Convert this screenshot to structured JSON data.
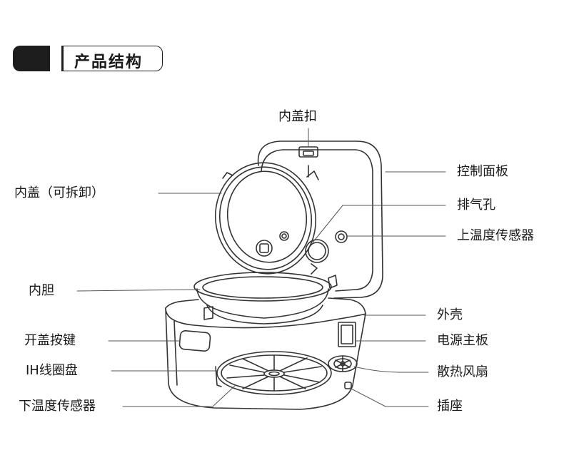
{
  "header": {
    "title": "产品结构"
  },
  "labels": {
    "inner_lid_buckle": "内盖扣",
    "control_panel": "控制面板",
    "inner_lid": "内盖（可拆卸）",
    "steam_vent": "排气孔",
    "upper_temp_sensor": "上温度传感器",
    "inner_pot": "内胆",
    "outer_shell": "外壳",
    "lid_button": "开盖按键",
    "power_board": "电源主板",
    "ih_coil": "IH线圈盘",
    "cooling_fan": "散热风扇",
    "lower_temp_sensor": "下温度传感器",
    "socket": "插座"
  },
  "colors": {
    "line": "#333333",
    "leader": "#555555",
    "dark": "#1d1d1d"
  }
}
